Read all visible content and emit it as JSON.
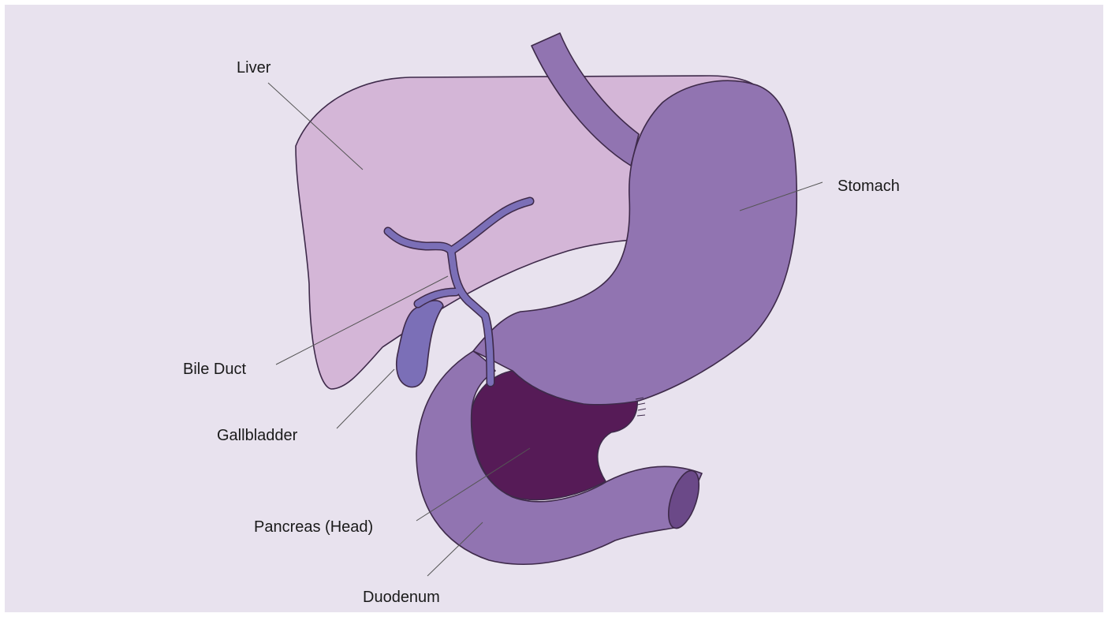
{
  "labels": {
    "liver": "Liver",
    "stomach": "Stomach",
    "bile_duct": "Bile Duct",
    "gallbladder": "Gallbladder",
    "pancreas": "Pancreas (Head)",
    "duodenum": "Duodenum"
  },
  "colors": {
    "background": "#e8e2ee",
    "liver": "#d4b6d7",
    "stomach": "#9174b1",
    "duodenum": "#9174b1",
    "pancreas": "#561b57",
    "bile_duct": "#7b6fb7",
    "gallbladder": "#7b6fb7",
    "duodenum_opening": "#6b4988"
  }
}
